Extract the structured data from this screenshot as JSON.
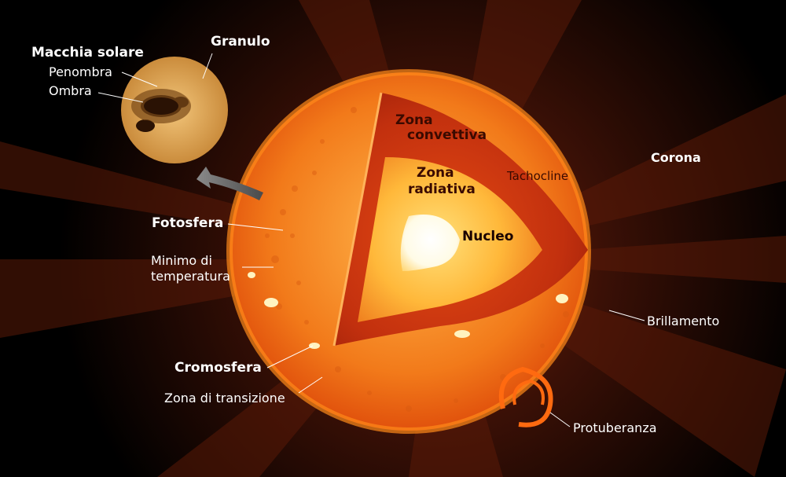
{
  "labels": {
    "macchia_solare": "Macchia solare",
    "penombra": "Penombra",
    "ombra": "Ombra",
    "granulo": "Granulo",
    "fotosfera": "Fotosfera",
    "minimo_di_temperatura_1": "Minimo di",
    "minimo_di_temperatura_2": "temperatura",
    "cromosfera": "Cromosfera",
    "zona_di_transizione": "Zona di transizione",
    "corona": "Corona",
    "brillamento": "Brillamento",
    "protuberanza": "Protuberanza",
    "zona_convettiva_1": "Zona",
    "zona_convettiva_2": "convettiva",
    "zona_radiativa_1": "Zona",
    "zona_radiativa_2": "radiativa",
    "tachocline": "Tachocline",
    "nucleo": "Nucleo"
  },
  "colors": {
    "background": "#000000",
    "photosphere": "#f47a1c",
    "convective_zone": "#b2240c",
    "radiative_zone": "#f39a2a",
    "core": "#ffffff",
    "corona_glow": "#6a1e0a"
  }
}
